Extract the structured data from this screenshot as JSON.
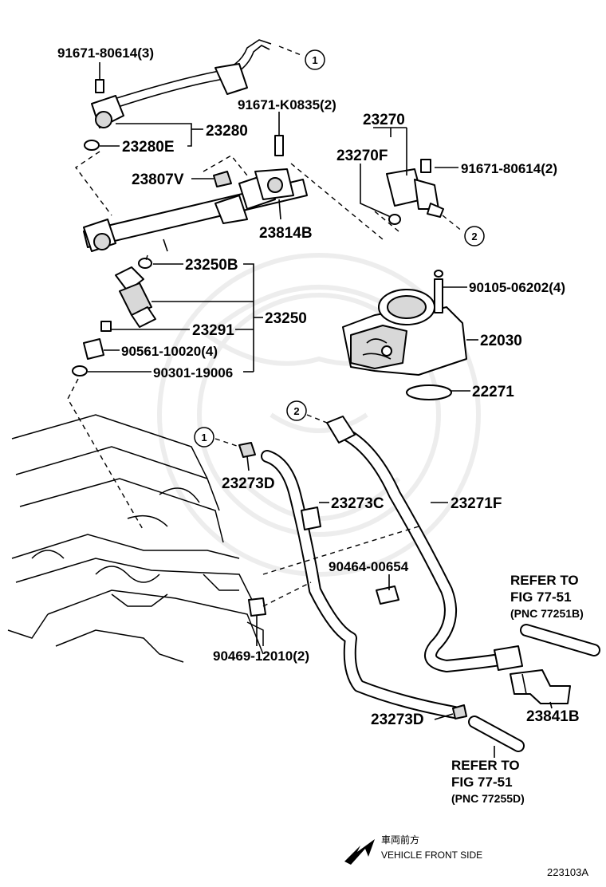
{
  "labels": {
    "p1": "91671-80614(3)",
    "p2": "23280",
    "p3": "23280E",
    "p4": "91671-K0835(2)",
    "p5": "23807V",
    "p6": "23814B",
    "p7": "23270",
    "p8": "23270F",
    "p9": "91671-80614(2)",
    "p10": "23250B",
    "p11": "23250",
    "p12": "23291",
    "p13": "90561-10020(4)",
    "p14": "90301-19006",
    "p15": "90105-06202(4)",
    "p16": "22030",
    "p17": "22271",
    "p18": "23273D",
    "p19": "23273C",
    "p20": "23271F",
    "p21": "90464-00654",
    "p22": "90469-12010(2)",
    "p23": "23273D",
    "p24": "23841B"
  },
  "refs": {
    "ref1_line1": "REFER TO",
    "ref1_line2": "FIG 77-51",
    "ref1_line3": "(PNC 77251B)",
    "ref2_line1": "REFER TO",
    "ref2_line2": "FIG 77-51",
    "ref2_line3": "(PNC 77255D)"
  },
  "markers": {
    "m1": "1",
    "m2": "2"
  },
  "direction": {
    "japanese": "車両前方",
    "english": "VEHICLE FRONT SIDE"
  },
  "figure_code": "223103A"
}
